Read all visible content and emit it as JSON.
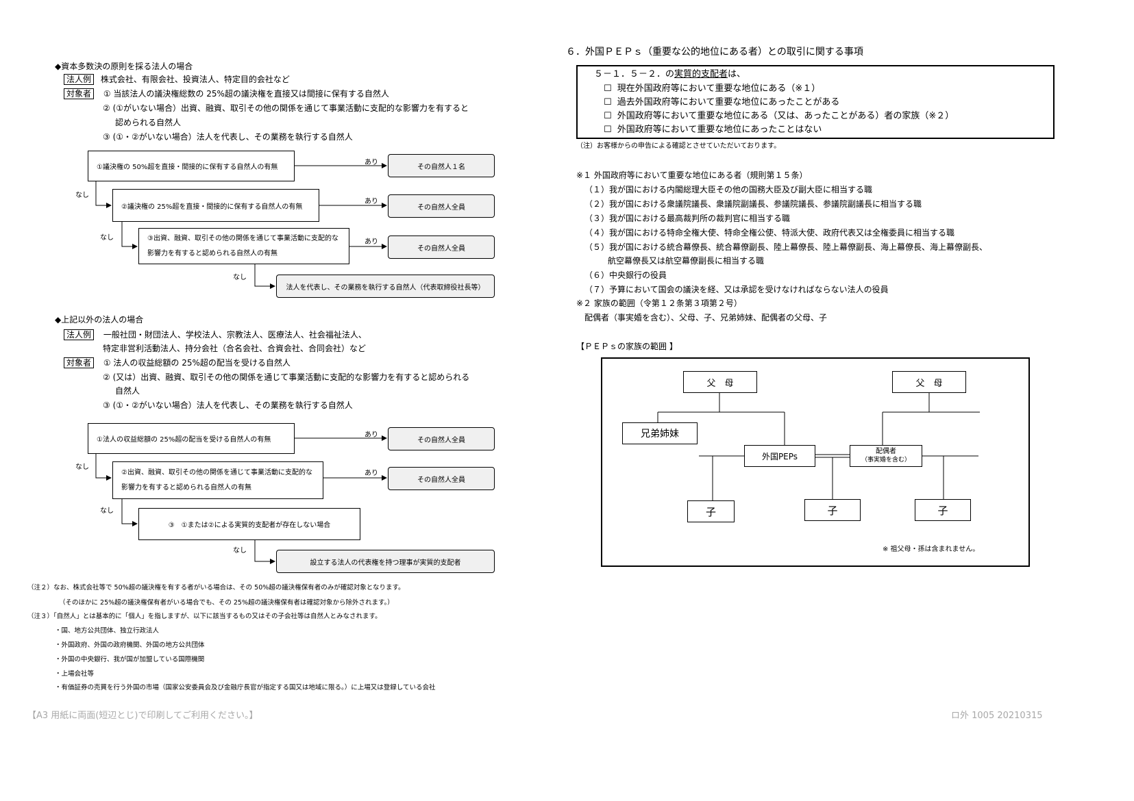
{
  "left": {
    "section1": {
      "heading": "◆資本多数決の原則を採る法人の場合",
      "example_tag": "法人例",
      "example_text": "株式会社、有限会社、投資法人、特定目的会社など",
      "target_tag": "対象者",
      "items": [
        "① 当該法人の議決権総数の 25%超の議決権を直接又は間接に保有する自然人",
        "② (①がいない場合）出資、融資、取引その他の関係を通じて事業活動に支配的な影響力を有すると",
        "認められる自然人",
        "③ (①・②がいない場合）法人を代表し、その業務を執行する自然人"
      ],
      "flow": {
        "q1": "①議決権の 50%超を直接・間接的に保有する自然人の有無",
        "q2": "②議決権の 25%超を直接・間接的に保有する自然人の有無",
        "q3_line1": "③出資、融資、取引その他の関係を通じて事業活動に支配的な",
        "q3_line2": "影響力を有すると認められる自然人の有無",
        "r1": "その自然人１名",
        "r2": "その自然人全員",
        "r3": "その自然人全員",
        "r4": "法人を代表し、その業務を執行する自然人（代表取締役社長等）",
        "yes": "あり",
        "no": "なし"
      }
    },
    "section2": {
      "heading": "◆上記以外の法人の場合",
      "example_tag": "法人例",
      "example_line1": "一般社団・財団法人、学校法人、宗教法人、医療法人、社会福祉法人、",
      "example_line2": "特定非営利活動法人、持分会社（合名会社、合資会社、合同会社）など",
      "target_tag": "対象者",
      "items": [
        "① 法人の収益総額の 25%超の配当を受ける自然人",
        "② (又は）出資、融資、取引その他の関係を通じて事業活動に支配的な影響力を有すると認められる",
        "自然人",
        "③ (①・②がいない場合）法人を代表し、その業務を執行する自然人"
      ],
      "flow": {
        "q1": "①法人の収益総額の 25%超の配当を受ける自然人の有無",
        "q2_line1": "②出資、融資、取引その他の関係を通じて事業活動に支配的な",
        "q2_line2": "影響力を有すると認められる自然人の有無",
        "q3": "③　①または②による実質的支配者が存在しない場合",
        "r1": "その自然人全員",
        "r2": "その自然人全員",
        "r3": "設立する法人の代表権を持つ理事が実質的支配者",
        "yes": "あり",
        "no": "なし"
      }
    },
    "notes": [
      "（注２）なお、株式会社等で 50%超の議決権を有する者がいる場合は、その 50%超の議決権保有者のみが確認対象となります。",
      "（そのほかに 25%超の議決権保有者がいる場合でも、その 25%超の議決権保有者は確認対象から除外されます。）",
      "（注３）「自然人」とは基本的に「個人」を指しますが、以下に該当するもの又はその子会社等は自然人とみなされます。",
      "・国、地方公共団体、独立行政法人",
      "・外国政府、外国の政府機関、外国の地方公共団体",
      "・外国の中央銀行、我が国が加盟している国際機関",
      "・上場会社等",
      "・有価証券の売買を行う外国の市場（国家公安委員会及び金融庁長官が指定する国又は地域に限る。）に上場又は登録している会社"
    ],
    "footer": "【A3 用紙に両面(短辺とじ)で印刷してご利用ください。】"
  },
  "right": {
    "title": "６．外国ＰＥＰｓ（重要な公的地位にある者）との取引に関する事項",
    "box_intro_prefix": "５－１．５－２．の",
    "box_intro_underlined": "実質的支配者",
    "box_intro_suffix": "は、",
    "checkbox": "☐",
    "options": [
      "現在外国政府等において重要な地位にある（※１）",
      "過去外国政府等において重要な地位にあったことがある",
      "外国政府等において重要な地位にある（又は、あったことがある）者の家族（※２）",
      "外国政府等において重要な地位にあったことはない"
    ],
    "note": "（注）お客様からの申告による確認とさせていただいております。",
    "def_heading": "※１ 外国政府等において重要な地位にある者（規則第１５条）",
    "defs": [
      "（１）我が国における内閣総理大臣その他の国務大臣及び副大臣に相当する職",
      "（２）我が国における衆議院議長、衆議院副議長、参議院議長、参議院副議長に相当する職",
      "（３）我が国における最高裁判所の裁判官に相当する職",
      "（４）我が国における特命全権大使、特命全権公使、特派大使、政府代表又は全権委員に相当する職",
      "（５）我が国における統合幕僚長、統合幕僚副長、陸上幕僚長、陸上幕僚副長、海上幕僚長、海上幕僚副長、",
      "航空幕僚長又は航空幕僚副長に相当する職",
      "（６）中央銀行の役員",
      "（７）予算において国会の議決を経、又は承認を受けなければならない法人の役員"
    ],
    "family_heading": "※２ 家族の範囲（令第１２条第３項第２号）",
    "family_text": "配偶者（事実婚を含む）、父母、子、兄弟姉妹、配偶者の父母、子",
    "chart_title": "【ＰＥＰｓの家族の範囲 】",
    "tree": {
      "parents_left": "父　母",
      "parents_right": "父　母",
      "siblings": "兄弟姉妹",
      "peps": "外国PEPs",
      "spouse_line1": "配偶者",
      "spouse_line2": "（事実婚を含む）",
      "child": "子",
      "note": "※ 祖父母・孫は含まれません。"
    },
    "footer": "ロ外 1005 20210315"
  }
}
